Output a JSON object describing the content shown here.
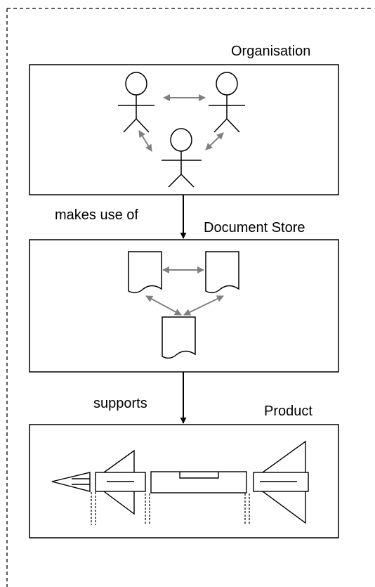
{
  "diagram": {
    "sections": [
      {
        "title": "Organisation"
      },
      {
        "title": "Document Store"
      },
      {
        "title": "Product"
      }
    ],
    "relations": [
      {
        "label": "makes use of"
      },
      {
        "label": "supports"
      }
    ],
    "colors": {
      "stroke": "#000000",
      "association_arrow": "#808080",
      "background": "#ffffff"
    },
    "icons": [
      "person-icon",
      "document-icon",
      "rocket-icon"
    ]
  }
}
